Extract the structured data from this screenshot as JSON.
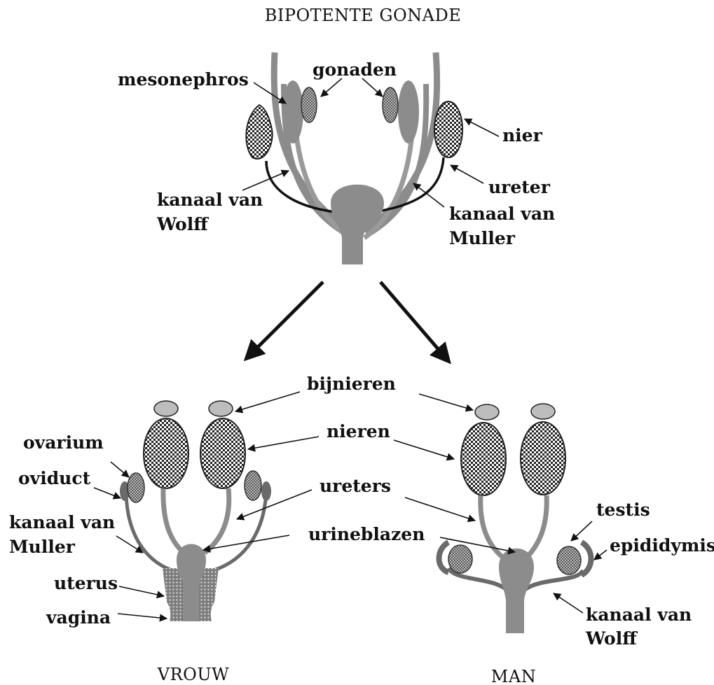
{
  "title": "BIPOTENTE GONADE",
  "top_labels": {
    "mesonephros": "mesonephros",
    "gonaden": "gonaden",
    "nier": "nier",
    "ureter": "ureter",
    "wolff_line1": "kanaal van",
    "wolff_line2": "Wolff",
    "muller_line1": "kanaal van",
    "muller_line2": "Muller"
  },
  "center_labels": {
    "bijnieren": "bijnieren",
    "nieren": "nieren",
    "ureters": "ureters",
    "urineblazen": "urineblazen"
  },
  "female": {
    "ovarium": "ovarium",
    "oviduct": "oviduct",
    "muller_line1": "kanaal van",
    "muller_line2": "Muller",
    "uterus": "uterus",
    "vagina": "vagina",
    "caption": "VROUW"
  },
  "male": {
    "testis": "testis",
    "epididymis": "epididymis",
    "wolff_line1": "kanaal van",
    "wolff_line2": "Wolff",
    "caption": "MAN"
  },
  "colors": {
    "organ_gray": "#8c8c8c",
    "dark_gray": "#6a6a6a",
    "outline": "#111111",
    "wolff_duct": "#111111"
  }
}
